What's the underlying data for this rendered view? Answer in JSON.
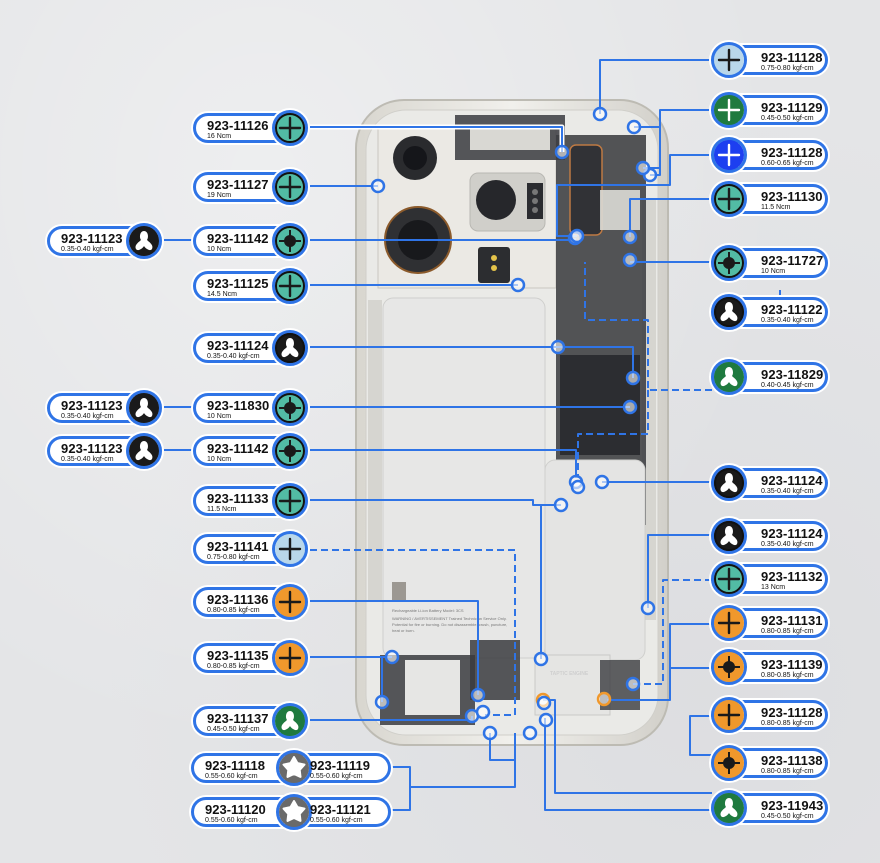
{
  "diagram": {
    "subject": "Smartphone rear internals screw map",
    "battery_label_lines": [
      "Rechargeable Li-ion Battery  Model: 3CS",
      "WARNING / AVERTISSEMENT  Trained Technician Service Only.",
      "Potential for fire or burning. Do not disassemble, crush, puncture,",
      "heat or burn."
    ],
    "taptic_label": "TAPTIC ENGINE"
  },
  "colors": {
    "callout_border": "#2f74e6",
    "light_blue": "#b9d7ea",
    "green": "#1f7a3f",
    "blue": "#1d3ff0",
    "teal": "#52bba4",
    "black": "#1a1a1a",
    "orange": "#f0982c",
    "gray": "#6a6a6a"
  },
  "callouts_left": [
    {
      "part": "923-11126",
      "torque": "16 Ncm",
      "head": "phillips",
      "color": "teal",
      "ring": "dark"
    },
    {
      "part": "923-11127",
      "torque": "19 Ncm",
      "head": "phillips",
      "color": "teal",
      "ring": "dark"
    },
    {
      "part": "923-11142",
      "torque": "10 Ncm",
      "head": "standoff",
      "color": "teal",
      "ring": "dark"
    },
    {
      "part": "923-11125",
      "torque": "14.5 Ncm",
      "head": "phillips",
      "color": "teal",
      "ring": "dark"
    },
    {
      "part": "923-11124",
      "torque": "0.35-0.40 kgf-cm",
      "head": "tri-point",
      "color": "black",
      "ring": "dark"
    },
    {
      "part": "923-11830",
      "torque": "10 Ncm",
      "head": "standoff",
      "color": "teal",
      "ring": "dark"
    },
    {
      "part": "923-11142",
      "torque": "10 Ncm",
      "head": "standoff",
      "color": "teal",
      "ring": "dark"
    },
    {
      "part": "923-11133",
      "torque": "11.5 Ncm",
      "head": "phillips",
      "color": "teal",
      "ring": "dark"
    },
    {
      "part": "923-11141",
      "torque": "0.75-0.80 kgf-cm",
      "head": "phillips",
      "color": "light_blue",
      "ring": "none"
    },
    {
      "part": "923-11136",
      "torque": "0.80-0.85 kgf-cm",
      "head": "phillips",
      "color": "orange",
      "ring": "none"
    },
    {
      "part": "923-11135",
      "torque": "0.80-0.85 kgf-cm",
      "head": "phillips",
      "color": "orange",
      "ring": "none"
    },
    {
      "part": "923-11137",
      "torque": "0.45-0.50 kgf-cm",
      "head": "tri-point",
      "color": "green",
      "ring": "none"
    }
  ],
  "callouts_far_left": [
    {
      "part": "923-11123",
      "torque": "0.35-0.40 kgf-cm",
      "head": "tri-point",
      "color": "black"
    },
    {
      "part": "923-11123",
      "torque": "0.35-0.40 kgf-cm",
      "head": "tri-point",
      "color": "black"
    },
    {
      "part": "923-11123",
      "torque": "0.35-0.40 kgf-cm",
      "head": "tri-point",
      "color": "black"
    }
  ],
  "callouts_double": [
    {
      "left_part": "923-11118",
      "left_torque": "0.55-0.60 kgf-cm",
      "right_part": "923-11119",
      "right_torque": "0.55-0.60 kgf-cm",
      "head": "torx",
      "color": "gray"
    },
    {
      "left_part": "923-11120",
      "left_torque": "0.55-0.60 kgf-cm",
      "right_part": "923-11121",
      "right_torque": "0.55-0.60 kgf-cm",
      "head": "torx",
      "color": "gray"
    }
  ],
  "callouts_right": [
    {
      "part": "923-11128",
      "torque": "0.75-0.80 kgf-cm",
      "head": "phillips",
      "color": "light_blue",
      "ring": "none"
    },
    {
      "part": "923-11129",
      "torque": "0.45-0.50 kgf-cm",
      "head": "phillips-white",
      "color": "green",
      "ring": "none"
    },
    {
      "part": "923-11128",
      "torque": "0.60-0.65 kgf-cm",
      "head": "phillips-white",
      "color": "blue",
      "ring": "none"
    },
    {
      "part": "923-11130",
      "torque": "11.5 Ncm",
      "head": "phillips",
      "color": "teal",
      "ring": "dark"
    },
    {
      "part": "923-11727",
      "torque": "10 Ncm",
      "head": "standoff",
      "color": "teal",
      "ring": "dark"
    },
    {
      "part": "923-11122",
      "torque": "0.35-0.40 kgf-cm",
      "head": "tri-point",
      "color": "black",
      "ring": "dark"
    },
    {
      "part": "923-11829",
      "torque": "0.40-0.45 kgf-cm",
      "head": "tri-point",
      "color": "green",
      "ring": "none"
    },
    {
      "part": "923-11124",
      "torque": "0.35-0.40 kgf-cm",
      "head": "tri-point",
      "color": "black",
      "ring": "dark"
    },
    {
      "part": "923-11124",
      "torque": "0.35-0.40 kgf-cm",
      "head": "tri-point",
      "color": "black",
      "ring": "dark"
    },
    {
      "part": "923-11132",
      "torque": "13 Ncm",
      "head": "phillips",
      "color": "teal",
      "ring": "dark"
    },
    {
      "part": "923-11131",
      "torque": "0.80-0.85 kgf-cm",
      "head": "phillips",
      "color": "orange",
      "ring": "none"
    },
    {
      "part": "923-11139",
      "torque": "0.80-0.85 kgf-cm",
      "head": "standoff",
      "color": "orange",
      "ring": "none"
    },
    {
      "part": "923-11128",
      "torque": "0.80-0.85 kgf-cm",
      "head": "phillips",
      "color": "orange",
      "ring": "none"
    },
    {
      "part": "923-11138",
      "torque": "0.80-0.85 kgf-cm",
      "head": "standoff",
      "color": "orange",
      "ring": "none"
    },
    {
      "part": "923-11943",
      "torque": "0.45-0.50 kgf-cm",
      "head": "tri-point",
      "color": "green",
      "ring": "none"
    }
  ]
}
